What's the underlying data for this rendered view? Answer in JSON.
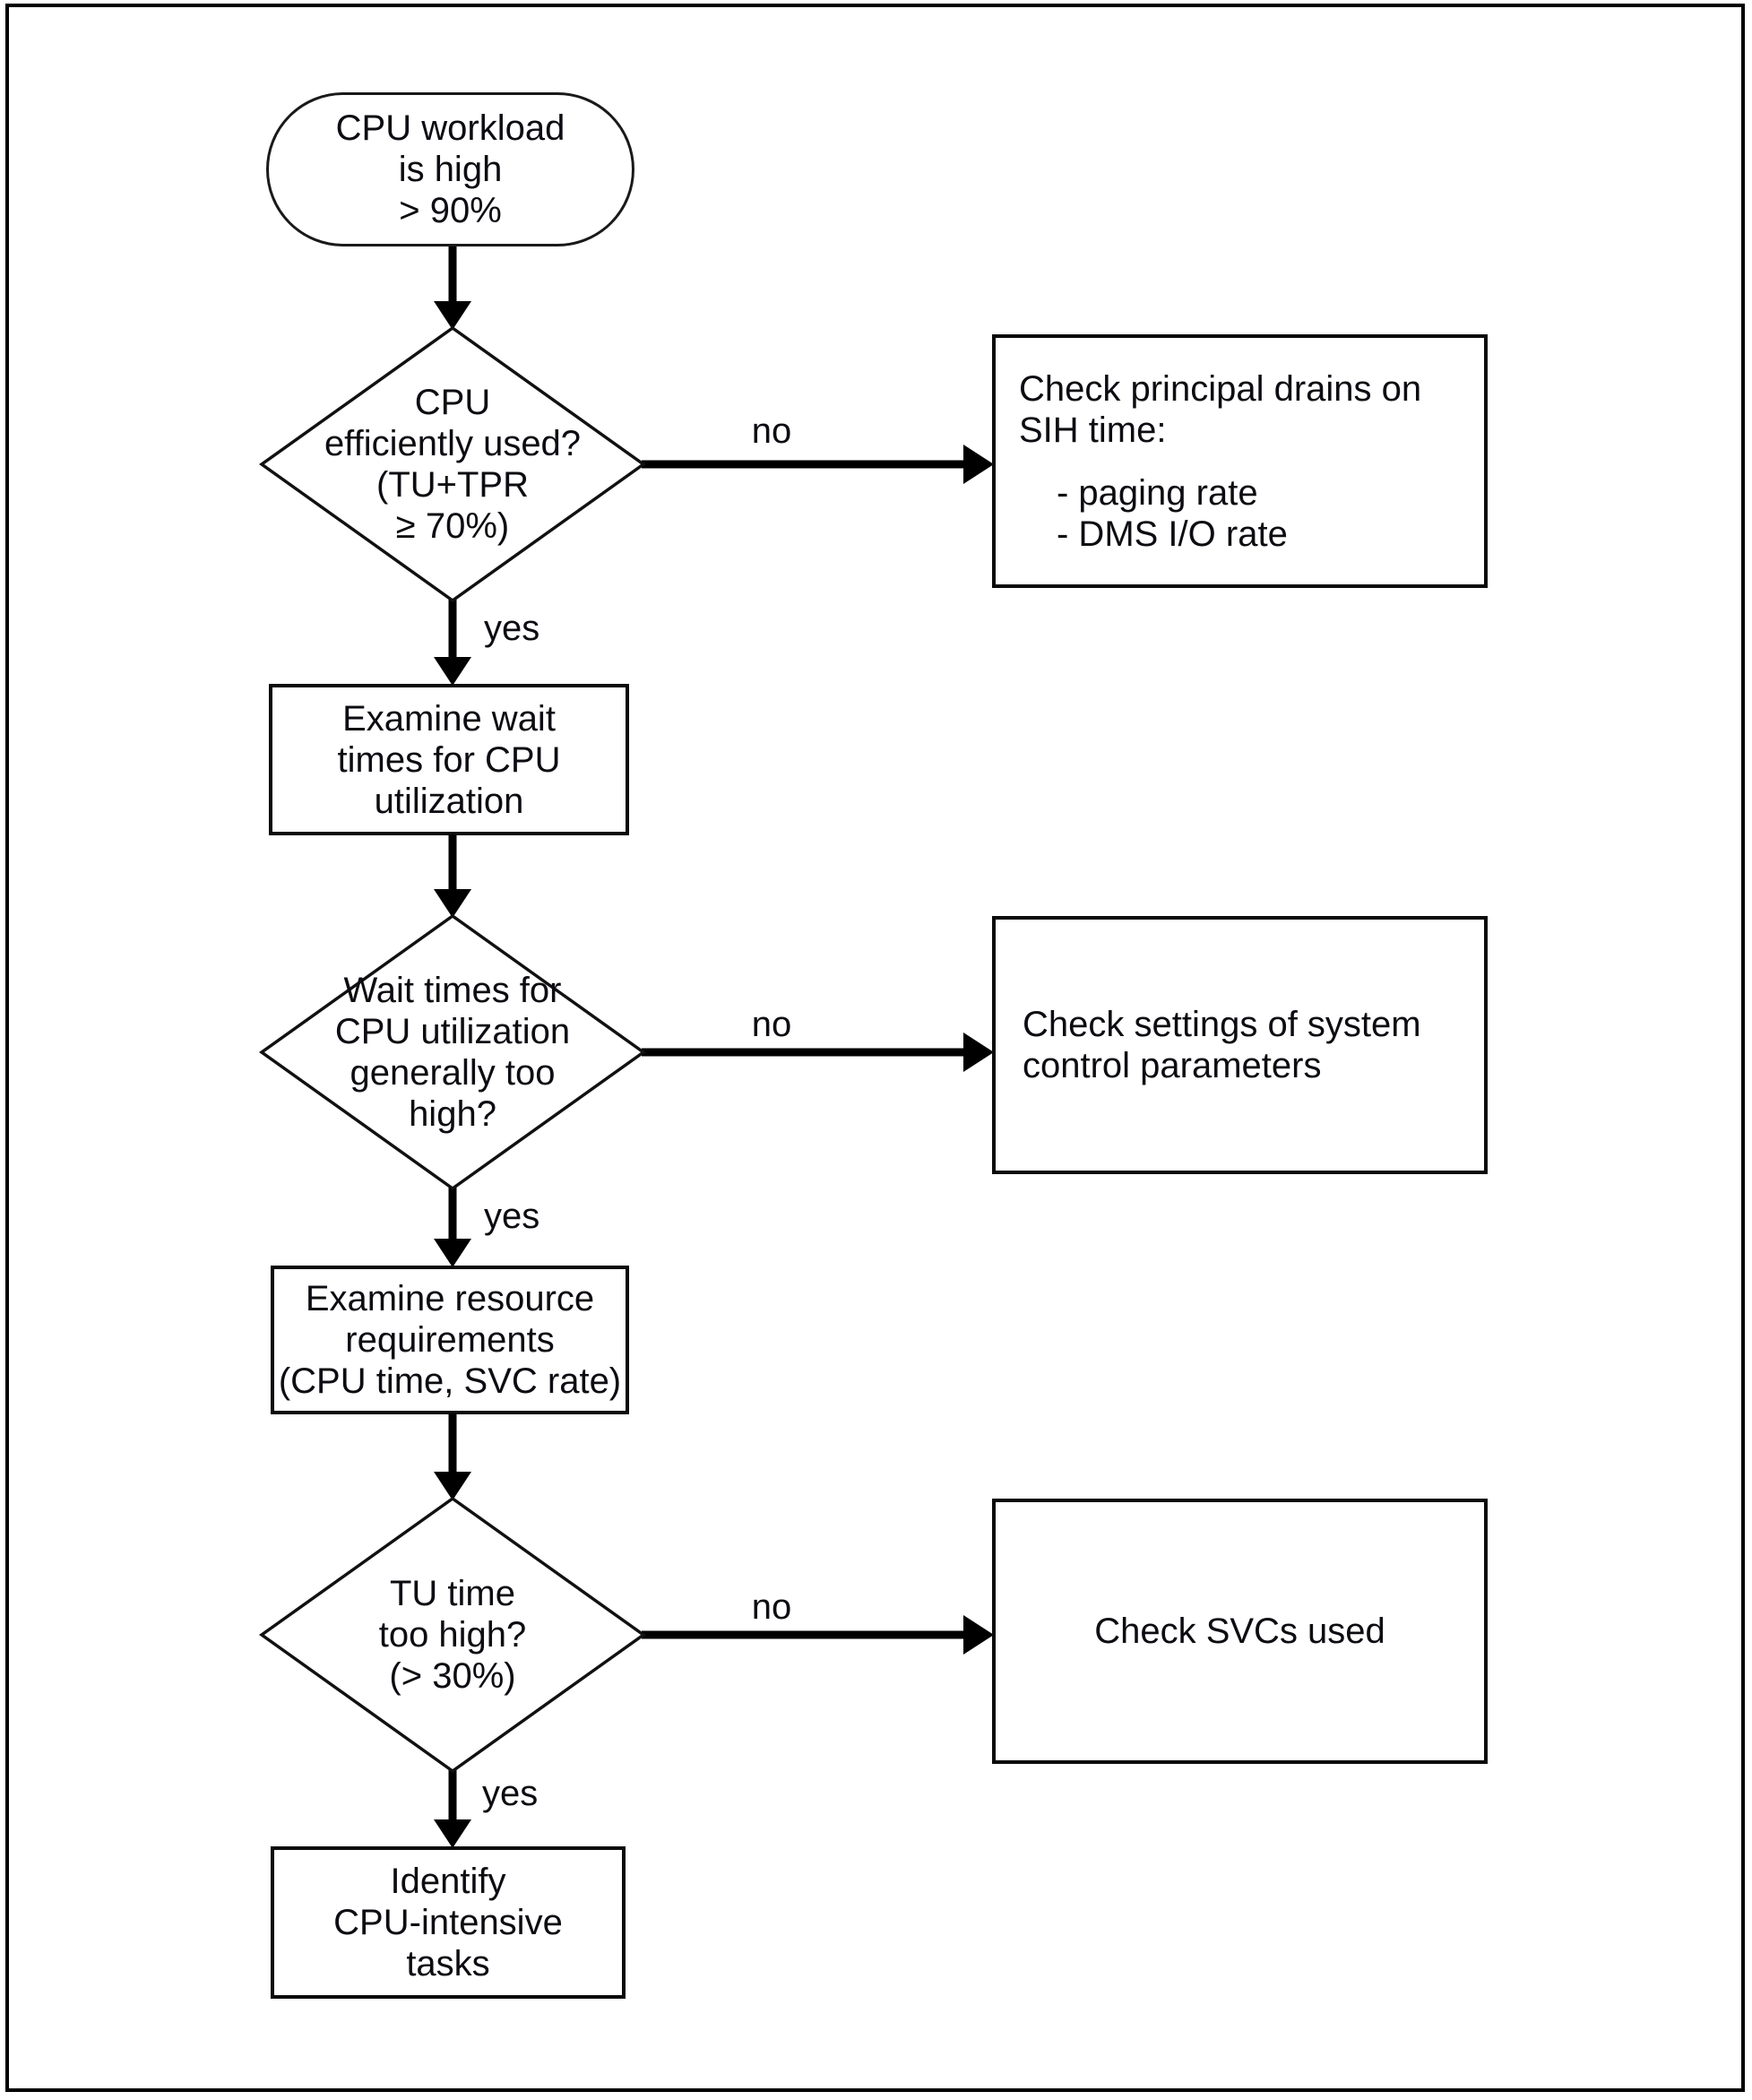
{
  "page": {
    "bg": "#ffffff",
    "ink": "#0c0c12",
    "frame_color": "#000000",
    "shape_stroke": "#111111"
  },
  "flow": {
    "start": {
      "lines": [
        "CPU workload",
        "is high",
        "> 90%"
      ]
    },
    "d1": {
      "lines": [
        "CPU",
        "efficiently used?",
        "(TU+TPR",
        "≥ 70%)"
      ]
    },
    "d2": {
      "lines": [
        "Wait times for",
        "CPU utilization",
        "generally too",
        "high?"
      ]
    },
    "d3": {
      "lines": [
        "TU time",
        "too high?",
        "(> 30%)"
      ]
    },
    "examine_wait": {
      "lines": [
        "Examine wait",
        "times for CPU",
        "utilization"
      ]
    },
    "examine_resource": {
      "lines": [
        "Examine resource",
        "requirements",
        "(CPU time, SVC rate)"
      ]
    },
    "identify_tasks": {
      "lines": [
        "Identify",
        "CPU-intensive",
        "tasks"
      ]
    },
    "check_drains": {
      "lines": [
        "Check principal drains on",
        "SIH time:"
      ],
      "bullets": [
        "- paging rate",
        "- DMS I/O rate"
      ]
    },
    "check_settings": {
      "lines": [
        "Check settings of system",
        "control parameters"
      ]
    },
    "check_svcs": {
      "label": "Check SVCs used"
    },
    "labels": {
      "yes": "yes",
      "no": "no"
    }
  }
}
